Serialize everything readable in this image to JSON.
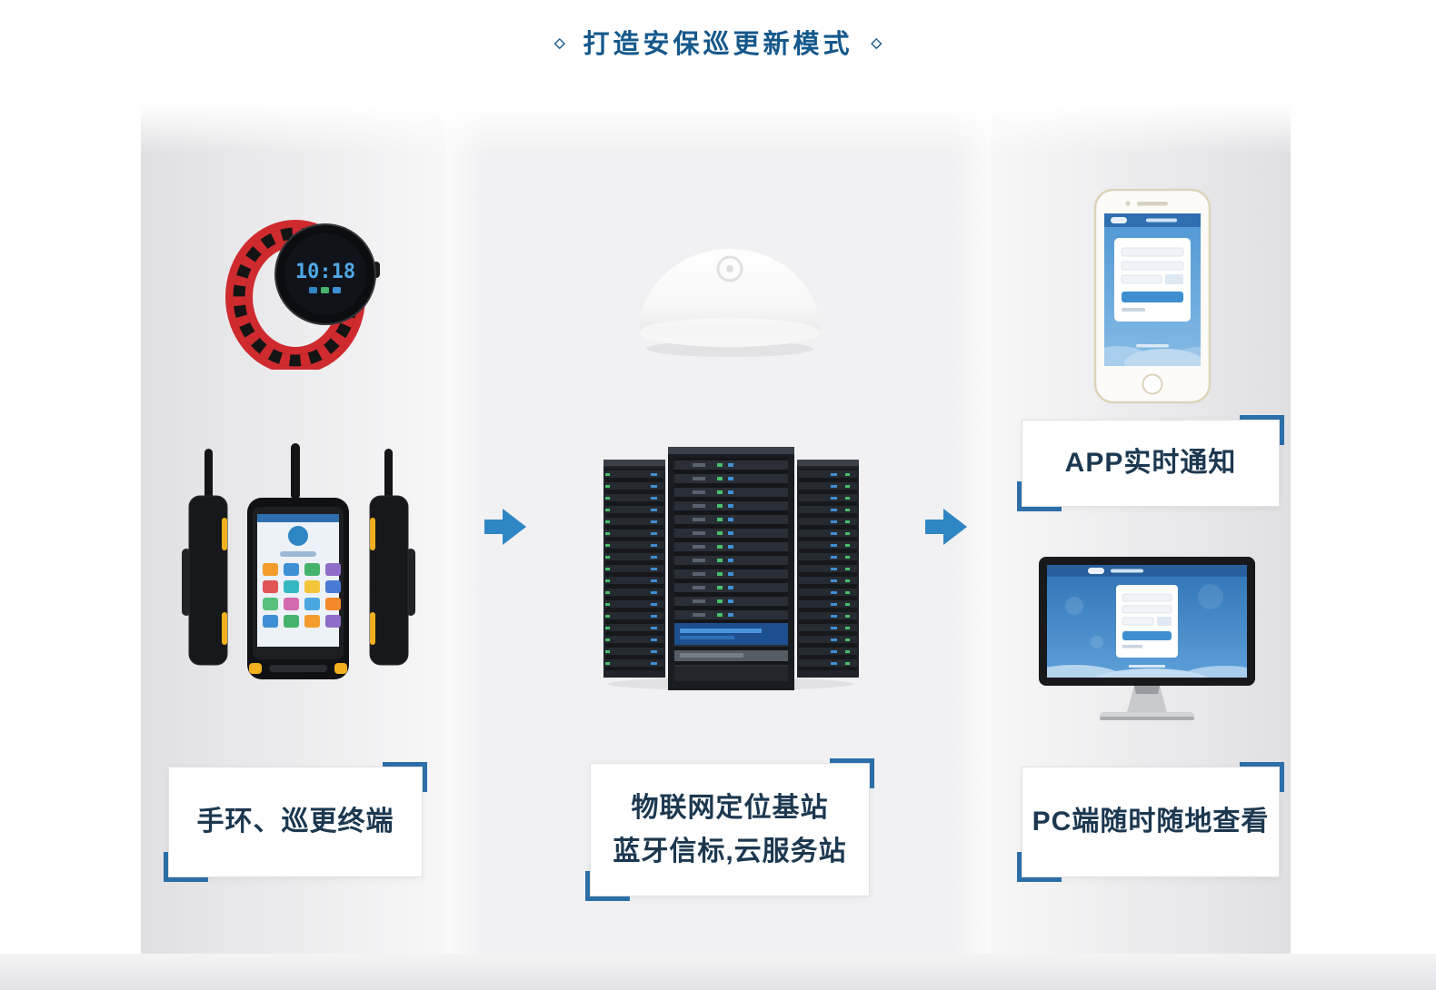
{
  "title": {
    "text": "打造安保巡更新模式",
    "decoration_left": "◇",
    "decoration_right": "◇"
  },
  "labels": {
    "left": "手环、巡更终端",
    "middle_line1": "物联网定位基站",
    "middle_line2": "蓝牙信标,云服务站",
    "right_top": "APP实时通知",
    "right_bottom": "PC端随时随地查看"
  },
  "devices": {
    "watch_time": "10:18"
  },
  "icons": {
    "title_diamond": "diamond-outline",
    "flow_arrow_1": "right-block-arrow",
    "flow_arrow_2": "right-block-arrow"
  },
  "colors": {
    "title_text": "#15588c",
    "label_text": "#1c3850",
    "flow_arrow": "#2f86c4",
    "corner_accent": "#2b6ea8",
    "wall_gray": "#e0e0e3",
    "panel_gray": "#f1f1f3"
  }
}
